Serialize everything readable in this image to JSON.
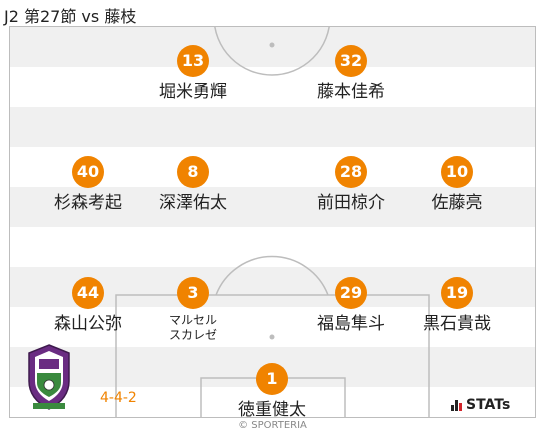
{
  "header": {
    "title": "J2 第27節 vs 藤枝"
  },
  "formation": "4-4-2",
  "brand": {
    "stats_label": "STATs",
    "copyright": "© SPORTERIA"
  },
  "colors": {
    "accent": "#f08300",
    "stripe": "#f0f0f0",
    "line": "#bdbdbd"
  },
  "players": {
    "fw1": {
      "number": "13",
      "name": "堀米勇輝"
    },
    "fw2": {
      "number": "32",
      "name": "藤本佳希"
    },
    "mf1": {
      "number": "40",
      "name": "杉森考起"
    },
    "mf2": {
      "number": "8",
      "name": "深澤佑太"
    },
    "mf3": {
      "number": "28",
      "name": "前田椋介"
    },
    "mf4": {
      "number": "10",
      "name": "佐藤亮"
    },
    "df1": {
      "number": "44",
      "name": "森山公弥"
    },
    "df2": {
      "number": "3",
      "name": "マルセル\nスカレゼ"
    },
    "df3": {
      "number": "29",
      "name": "福島隼斗"
    },
    "df4": {
      "number": "19",
      "name": "黒石貴哉"
    },
    "gk": {
      "number": "1",
      "name": "徳重健太"
    }
  }
}
